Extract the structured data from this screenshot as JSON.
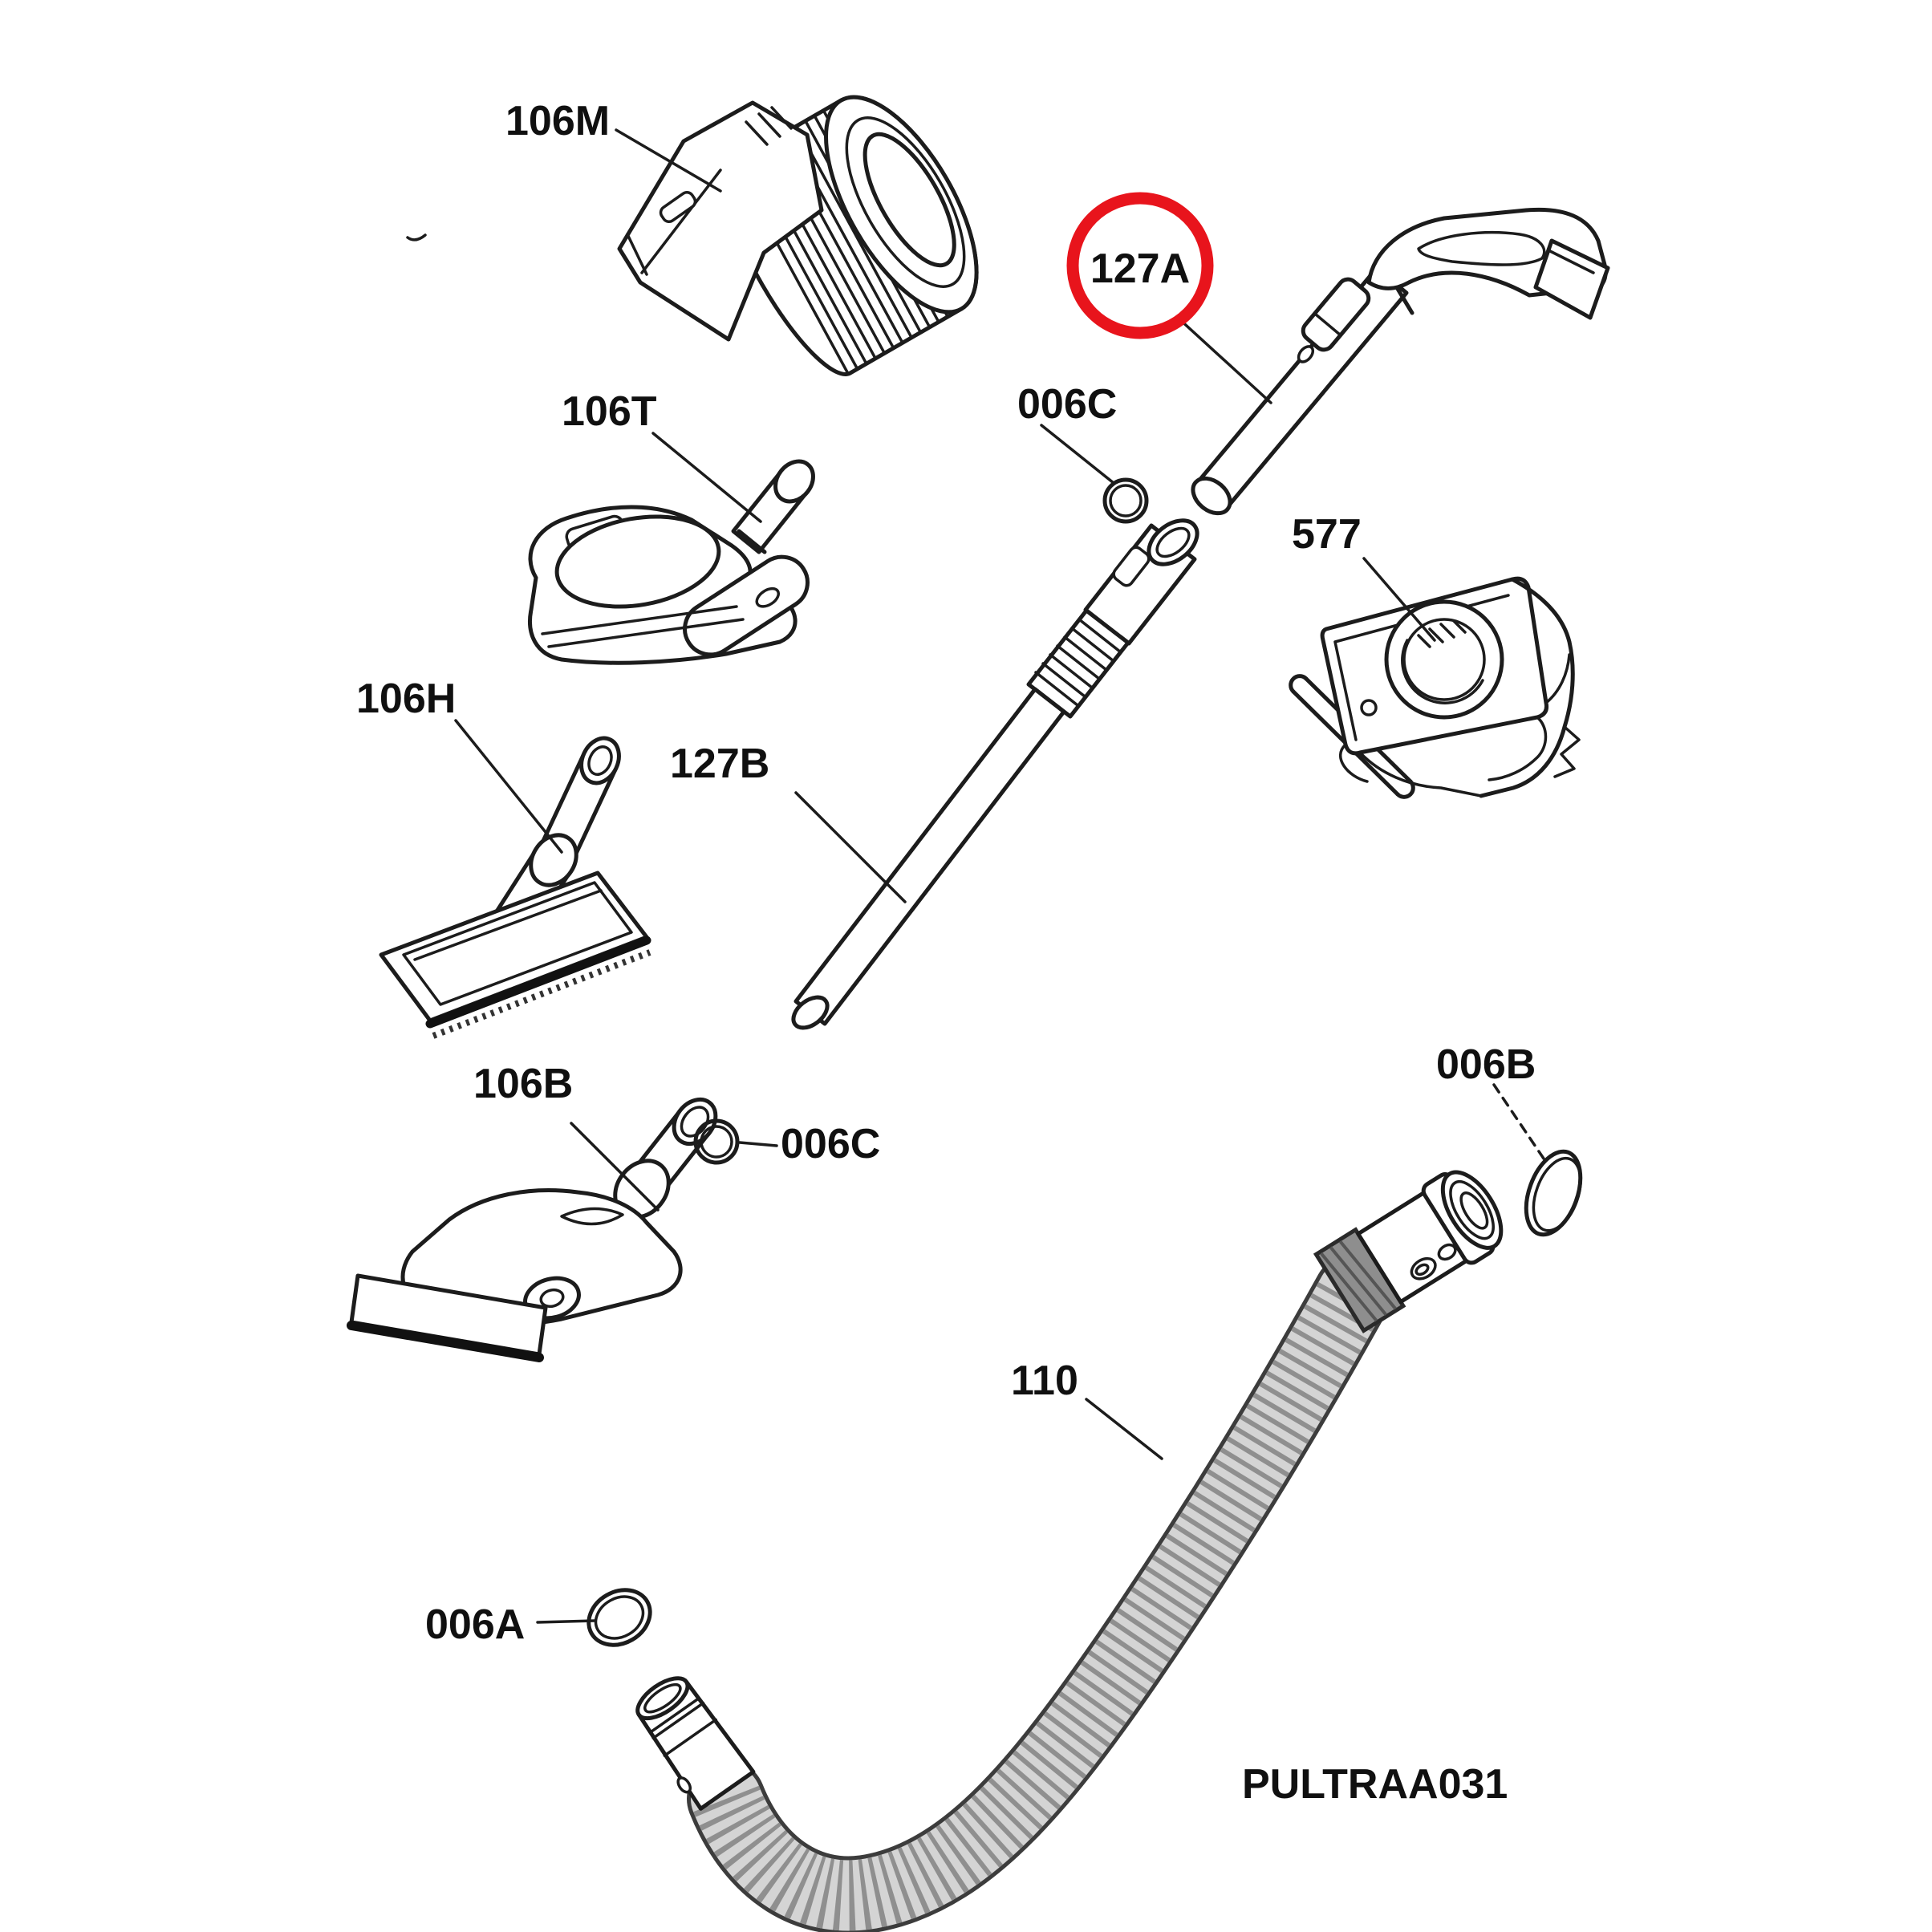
{
  "code": "PULTRAA031",
  "highlighted_part": "127A",
  "highlight_color": "#e8141c",
  "line_color": "#1c1c1c",
  "labels": {
    "p106m": "106M",
    "p106t": "106T",
    "p106h": "106H",
    "p106b": "106B",
    "p127a": "127A",
    "p127b": "127B",
    "p006c_top": "006C",
    "p006c_bottom": "006C",
    "p006b": "006B",
    "p006a": "006A",
    "p577": "577",
    "p110": "110"
  }
}
